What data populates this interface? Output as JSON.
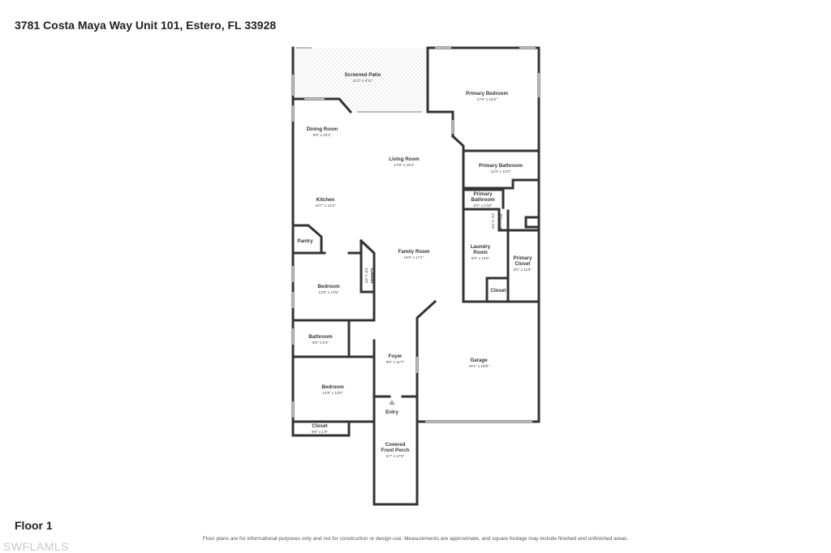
{
  "header": {
    "address": "3781 Costa Maya Way Unit 101, Estero, FL 33928"
  },
  "footer": {
    "floor": "Floor 1",
    "disclaimer": "Floor plans are for informational purposes only and not for construction or design use. Measurements are approximate, and square footage may include finished and unfinished areas.",
    "watermark": "SWFLAMLS"
  },
  "rooms": {
    "screened_patio": {
      "name": "Screened Patio",
      "dims": "21'2\" x 9'11\""
    },
    "primary_bedroom": {
      "name": "Primary Bedroom",
      "dims": "17'6\" x 16'3\""
    },
    "dining_room": {
      "name": "Dining Room",
      "dims": "8'9\" x 10'1\""
    },
    "living_room": {
      "name": "Living Room",
      "dims": "17'9\" x 15'4\""
    },
    "primary_bathroom": {
      "name": "Primary Bathroom",
      "dims": "11'9\" x 12'0\""
    },
    "primary_bathroom_small": {
      "name_line1": "Primary",
      "name_line2": "Bathroom",
      "dims": "6'0\" x 2'10\""
    },
    "kitchen": {
      "name": "Kitchen",
      "dims": "10'7\" x 14'3\""
    },
    "closet_primary_bath": {
      "name": "Closet",
      "dims": "2'1\" x 4'5\""
    },
    "pantry": {
      "name": "Pantry"
    },
    "family_room": {
      "name": "Family Room",
      "dims": "16'8\" x 17'1\""
    },
    "laundry_room": {
      "name_line1": "Laundry",
      "name_line2": "Room",
      "dims": "6'0\" x 14'6\""
    },
    "primary_closet": {
      "name_line1": "Primary",
      "name_line2": "Closet",
      "dims": "5'5\" x 11'5\""
    },
    "closet_bedroom": {
      "name": "Closet",
      "dims": "1'8\" x 4'5\""
    },
    "bedroom_1": {
      "name": "Bedroom",
      "dims": "12'9\" x 10'5\""
    },
    "closet_laundry": {
      "name": "Closet"
    },
    "bathroom": {
      "name": "Bathroom",
      "dims": "8'9\" x 5'4\""
    },
    "foyer": {
      "name": "Foyer",
      "dims": "9'6\" x 11'7\""
    },
    "garage": {
      "name": "Garage",
      "dims": "19'1\" x 18'9\""
    },
    "bedroom_2": {
      "name": "Bedroom",
      "dims": "12'9\" x 10'0\""
    },
    "entry": {
      "name": "Entry"
    },
    "closet_bedroom2": {
      "name": "Closet",
      "dims": "8'6\" x 1'9\""
    },
    "front_porch": {
      "name_line1": "Covered",
      "name_line2": "Front Porch",
      "dims": "6'7\" x 17'0\""
    }
  },
  "colors": {
    "wall": "#333333",
    "text": "#222222",
    "window": "#bbbbbb"
  }
}
